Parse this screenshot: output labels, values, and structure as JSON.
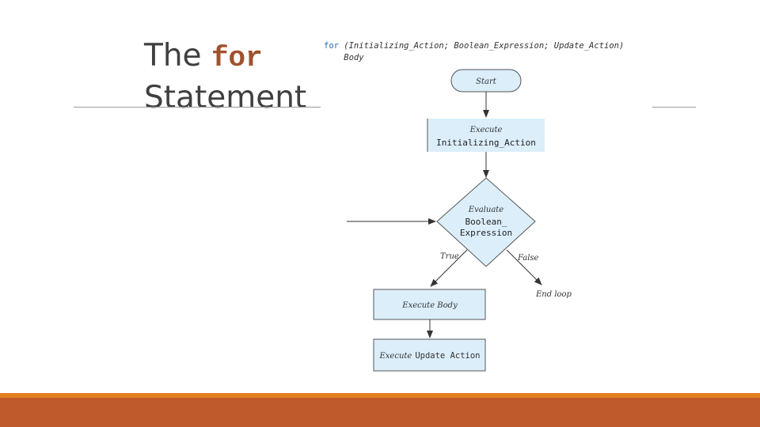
{
  "slide": {
    "title_prefix": "The",
    "title_keyword": "for",
    "title_suffix": "Statement"
  },
  "syntax": {
    "keyword": "for",
    "line1_rest": " (Initializing_Action; Boolean_Expression; Update_Action)",
    "line2": "    Body"
  },
  "flowchart": {
    "start": "Start",
    "init_top": "Execute",
    "init_bottom": "Initializing_Action",
    "eval_l1": "Evaluate",
    "eval_l2": "Boolean_",
    "eval_l3": "Expression",
    "true_label": "True",
    "false_label": "False",
    "end_loop": "End loop",
    "body": "Execute Body",
    "update_prefix": "Execute",
    "update_code": "Update Action"
  },
  "colors": {
    "box_fill": "#dbeefa",
    "box_stroke": "#555555",
    "accent_orange": "#e27f1e",
    "accent_rust": "#bf5a2b",
    "keyword": "#a0522d"
  }
}
